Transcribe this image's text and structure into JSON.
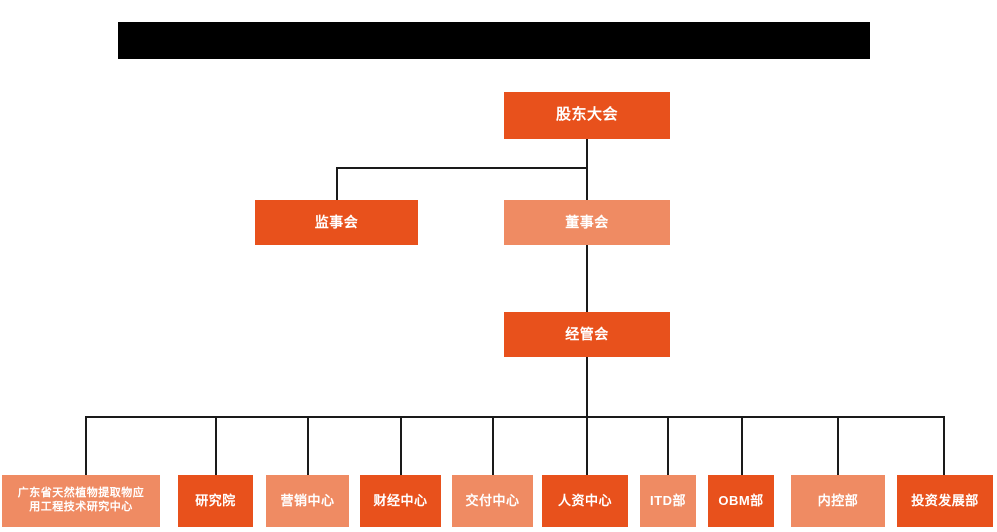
{
  "page": {
    "title_bar": {
      "name": "redacted-title-bar",
      "text": "",
      "color": "#000000"
    },
    "background_color": "#FFFFFF",
    "line_color": "#1A1A1A"
  },
  "palette": {
    "primary_orange": "#E8511C",
    "light_orange": "#EF8B63",
    "text_on_box": "#FFFFFF"
  },
  "chart_data": {
    "type": "diagram",
    "diagram_kind": "organization-chart",
    "title": "",
    "levels": [
      {
        "level": 1,
        "nodes": [
          {
            "id": "shareholders",
            "label": "股东大会",
            "style": "dark"
          }
        ]
      },
      {
        "level": 2,
        "nodes": [
          {
            "id": "supervisors",
            "label": "监事会",
            "style": "dark"
          },
          {
            "id": "directors",
            "label": "董事会",
            "style": "light"
          }
        ]
      },
      {
        "level": 3,
        "nodes": [
          {
            "id": "management",
            "label": "经管会",
            "style": "dark"
          }
        ]
      },
      {
        "level": 4,
        "nodes": [
          {
            "id": "rd-center",
            "label": "广东省天然植物提取物应\n用工程技术研究中心",
            "style": "light"
          },
          {
            "id": "institute",
            "label": "研究院",
            "style": "dark"
          },
          {
            "id": "marketing",
            "label": "营销中心",
            "style": "light"
          },
          {
            "id": "finance",
            "label": "财经中心",
            "style": "dark"
          },
          {
            "id": "delivery",
            "label": "交付中心",
            "style": "light"
          },
          {
            "id": "hr",
            "label": "人资中心",
            "style": "dark"
          },
          {
            "id": "itd",
            "label": "ITD部",
            "style": "light"
          },
          {
            "id": "obm",
            "label": "OBM部",
            "style": "dark"
          },
          {
            "id": "internal-control",
            "label": "内控部",
            "style": "light"
          },
          {
            "id": "investment",
            "label": "投资发展部",
            "style": "dark"
          }
        ]
      }
    ],
    "edges": [
      {
        "from": "shareholders",
        "to": "supervisors"
      },
      {
        "from": "shareholders",
        "to": "directors"
      },
      {
        "from": "directors",
        "to": "management"
      },
      {
        "from": "management",
        "to": "rd-center"
      },
      {
        "from": "management",
        "to": "institute"
      },
      {
        "from": "management",
        "to": "marketing"
      },
      {
        "from": "management",
        "to": "finance"
      },
      {
        "from": "management",
        "to": "delivery"
      },
      {
        "from": "management",
        "to": "hr"
      },
      {
        "from": "management",
        "to": "itd"
      },
      {
        "from": "management",
        "to": "obm"
      },
      {
        "from": "management",
        "to": "internal-control"
      },
      {
        "from": "management",
        "to": "investment"
      }
    ]
  }
}
